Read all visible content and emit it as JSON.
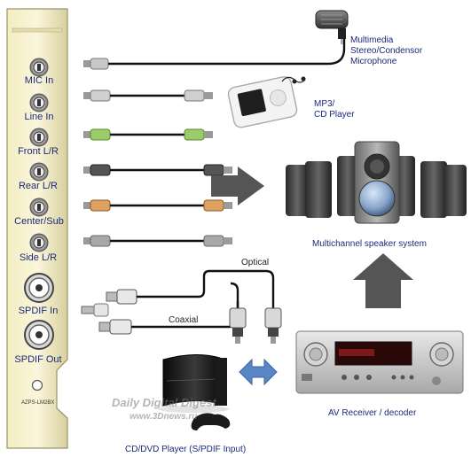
{
  "bracket": {
    "ports": [
      "MIC In",
      "Line In",
      "Front L/R",
      "Rear L/R",
      "Center/Sub",
      "Side L/R",
      "SPDIF In",
      "SPDIF Out"
    ],
    "model_code": "AZPS-LM2BX"
  },
  "devices": {
    "microphone": "Multimedia\nStereo/Condensor\nMicrophone",
    "mp3_player": "MP3/\nCD Player",
    "speakers": "Multichannel speaker system",
    "receiver": "AV Receiver / decoder",
    "dvd_player": "CD/DVD Player (S/PDIF Input)"
  },
  "cables": {
    "optical": "Optical",
    "coaxial": "Coaxial"
  },
  "watermark": {
    "line1": "Daily Digital Digest",
    "line2": "www.3Dnews.ru"
  },
  "colors": {
    "label_blue": "#1a2a78",
    "jack_gray": "#bcbcbc",
    "jack_green": "#9ccc6a",
    "jack_black": "#555555",
    "jack_orange": "#e0a060",
    "jack_silver": "#a8a8a8",
    "arrow_gray": "#555555",
    "arrow_blue": "#5a86c6"
  }
}
